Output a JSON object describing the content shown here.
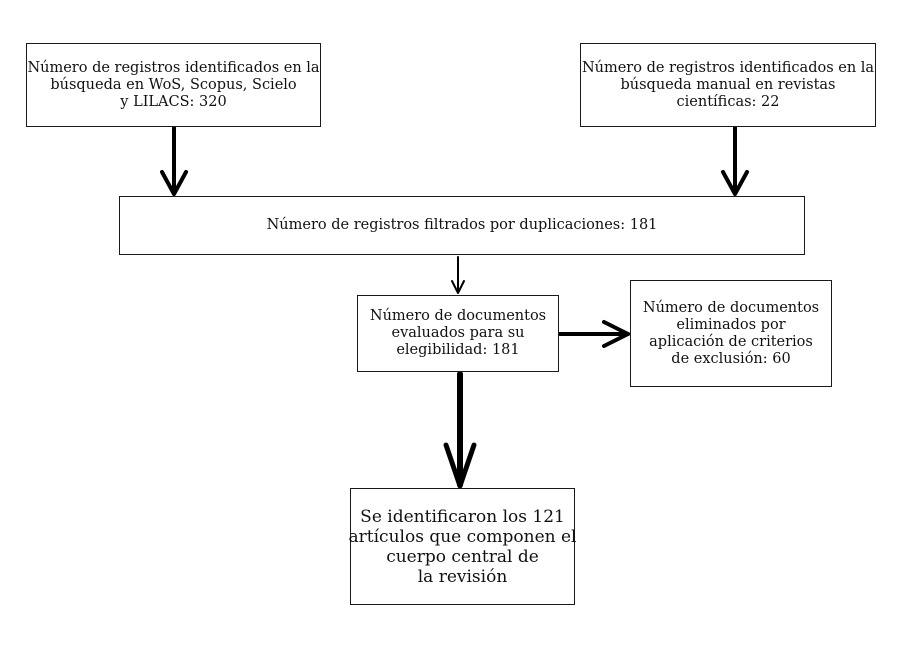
{
  "boxes": {
    "database_search": {
      "lines": [
        "Número de registros identificados en la",
        "búsqueda en WoS, Scopus, Scielo",
        "y LILACS: 320"
      ]
    },
    "manual_search": {
      "lines": [
        "Número de registros identificados en la",
        "búsqueda manual en revistas",
        "científicas: 22"
      ]
    },
    "filtered_duplicates": {
      "lines": [
        "Número de registros filtrados por duplicaciones: 181"
      ]
    },
    "eligibility": {
      "lines": [
        "Número de documentos",
        "evaluados para su",
        "elegibilidad: 181"
      ]
    },
    "excluded": {
      "lines": [
        "Número de documentos",
        "eliminados por",
        "aplicación de criterios",
        "de exclusión: 60"
      ]
    },
    "final": {
      "lines": [
        "Se identificaron los 121",
        "artículos que componen el",
        "cuerpo central de",
        "la revisión"
      ]
    }
  }
}
